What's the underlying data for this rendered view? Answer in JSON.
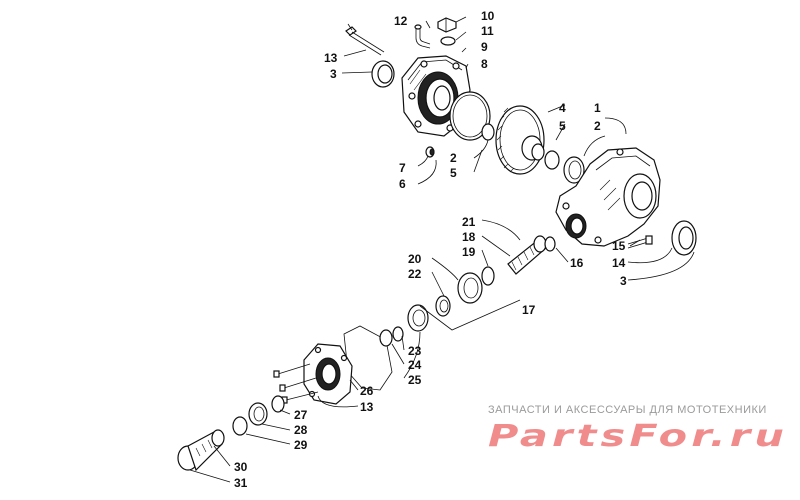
{
  "diagram": {
    "callouts": [
      "1",
      "2",
      "3",
      "4",
      "5",
      "6",
      "7",
      "8",
      "9",
      "10",
      "11",
      "12",
      "13",
      "14",
      "15",
      "16",
      "17",
      "18",
      "19",
      "20",
      "21",
      "22",
      "23",
      "24",
      "25",
      "26",
      "27",
      "28",
      "29",
      "30",
      "31"
    ]
  },
  "watermark": {
    "caption": "ЗАПЧАСТИ И АКСЕССУАРЫ ДЛЯ МОТОТЕХНИКИ",
    "logo_text": "PartsFor.ru",
    "logo_color": "#f08c8c"
  }
}
